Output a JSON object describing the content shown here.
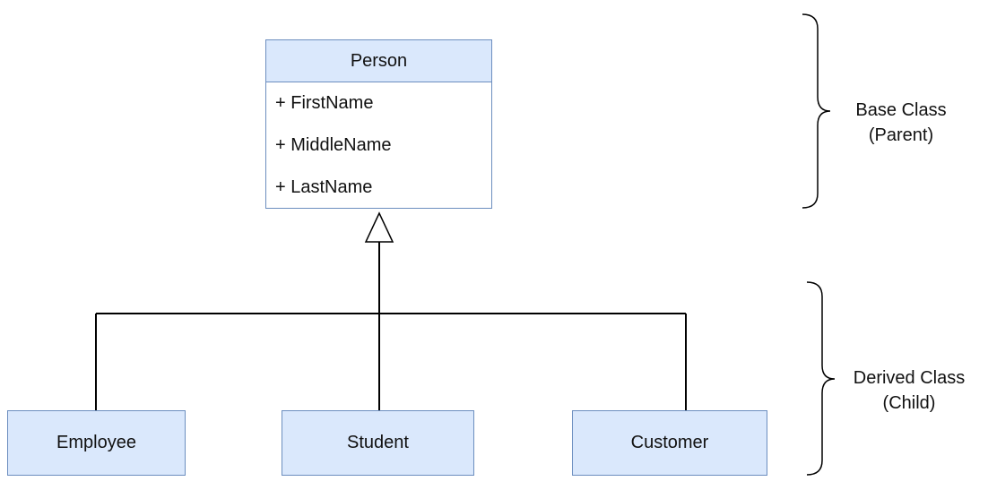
{
  "base_class": {
    "name": "Person",
    "attributes": [
      "+ FirstName",
      "+ MiddleName",
      "+ LastName"
    ]
  },
  "derived_classes": [
    "Employee",
    "Student",
    "Customer"
  ],
  "annotations": {
    "base": {
      "line1": "Base Class",
      "line2": "(Parent)"
    },
    "derived": {
      "line1": "Derived Class",
      "line2": "(Child)"
    }
  },
  "colors": {
    "box_fill": "#dae8fc",
    "box_stroke": "#6c8ebf",
    "line": "#000000"
  }
}
